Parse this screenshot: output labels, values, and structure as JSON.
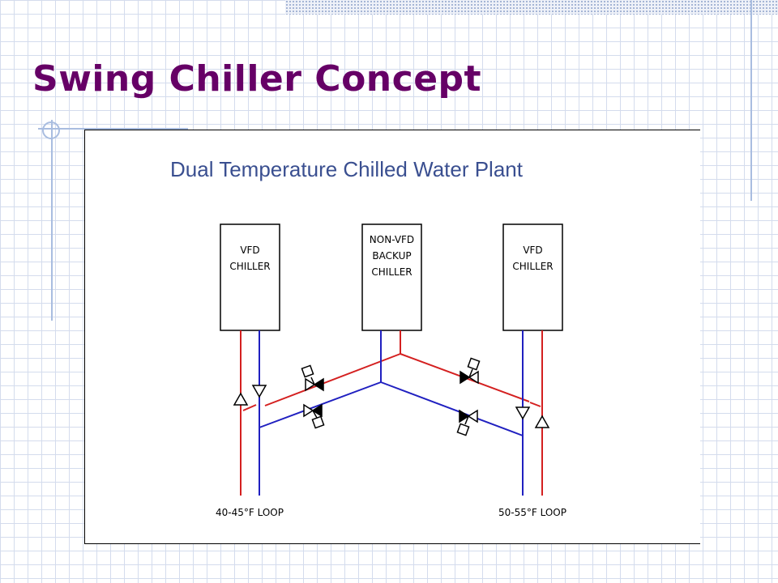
{
  "slide": {
    "title": "Swing Chiller Concept"
  },
  "diagram": {
    "title": "Dual Temperature Chilled Water Plant",
    "chillers": {
      "left": {
        "line1": "VFD",
        "line2": "CHILLER"
      },
      "center": {
        "line1": "NON-VFD",
        "line2": "BACKUP",
        "line3": "CHILLER"
      },
      "right": {
        "line1": "VFD",
        "line2": "CHILLER"
      }
    },
    "loops": {
      "left": "40-45°F LOOP",
      "right": "50-55°F LOOP"
    },
    "colors": {
      "supply_red": "#d42020",
      "return_blue": "#2020c0",
      "title_purple": "#660066",
      "diagram_title_blue": "#3a4f90"
    }
  }
}
